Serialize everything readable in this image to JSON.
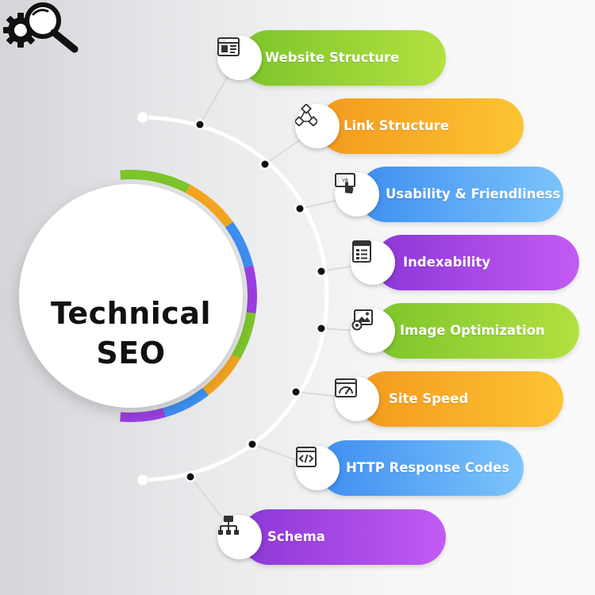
{
  "center": {
    "title_line1": "Technical",
    "title_line2": "SEO",
    "icon": "gear-magnifier-icon"
  },
  "items": [
    {
      "label": "Website Structure",
      "icon": "layout-icon",
      "color_start": "#7dc52b",
      "color_end": "#b2e040"
    },
    {
      "label": "Link Structure",
      "icon": "link-nodes-icon",
      "color_start": "#f39a1f",
      "color_end": "#fcc433"
    },
    {
      "label": "Usability & Friendliness",
      "icon": "touch-screen-icon",
      "color_start": "#3e8ef0",
      "color_end": "#7cc4fb"
    },
    {
      "label": "Indexability",
      "icon": "index-list-icon",
      "color_start": "#8b37d6",
      "color_end": "#c35bf4"
    },
    {
      "label": "Image Optimization",
      "icon": "image-settings-icon",
      "color_start": "#7dc52b",
      "color_end": "#b2e040"
    },
    {
      "label": "Site Speed",
      "icon": "speed-gauge-icon",
      "color_start": "#f39a1f",
      "color_end": "#fcc433"
    },
    {
      "label": "HTTP Response Codes",
      "icon": "code-window-icon",
      "color_start": "#3e8ef0",
      "color_end": "#7cc4fb"
    },
    {
      "label": "Schema",
      "icon": "sitemap-icon",
      "color_start": "#8b37d6",
      "color_end": "#c35bf4"
    }
  ],
  "ring_colors": [
    "#7dc52b",
    "#f3a51f",
    "#3e8ef0",
    "#9b3fe0"
  ]
}
